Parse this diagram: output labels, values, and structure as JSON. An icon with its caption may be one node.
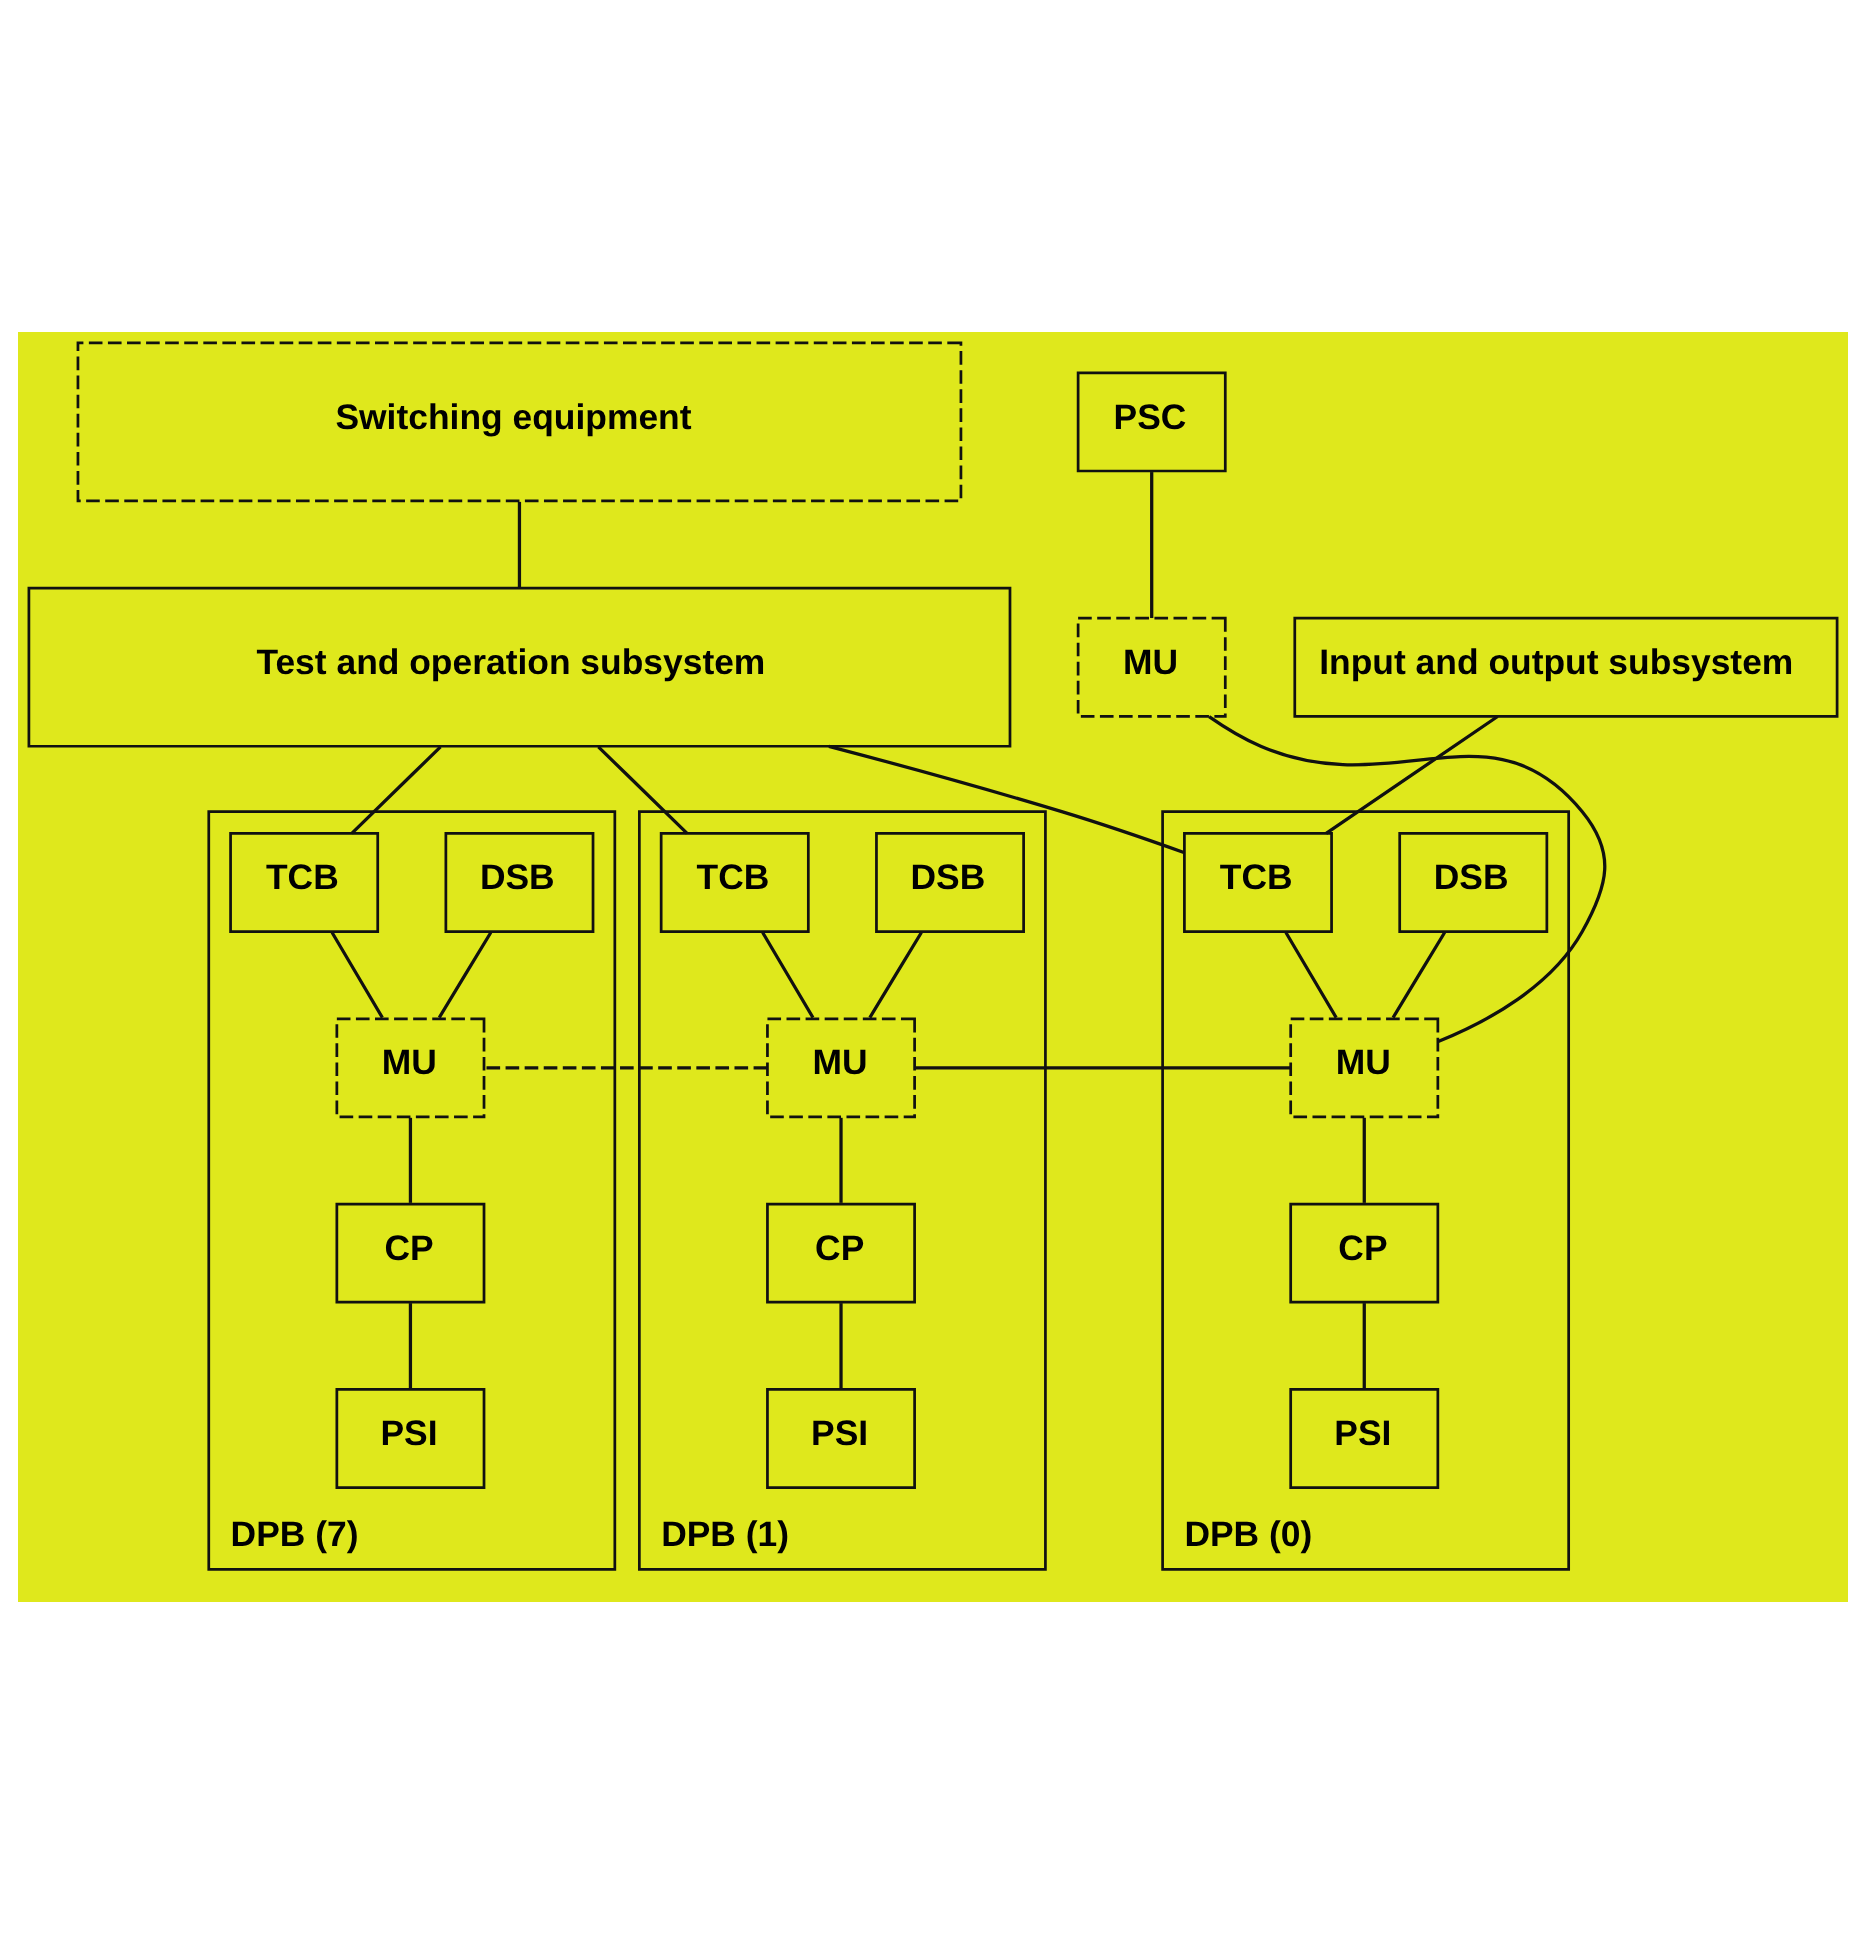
{
  "diagram": {
    "nodes": [
      {
        "text": [
          "Switching equipment"
        ]
      },
      {
        "text": [
          "Test and operation subsystem"
        ]
      },
      {
        "text": [
          "Input and output subsystem"
        ]
      },
      {
        "text": [
          "PSC"
        ]
      },
      {
        "text": [
          "MU"
        ]
      },
      {
        "text": [
          "DPB (0)"
        ]
      },
      {
        "text": [
          "DSB"
        ],
        "in": 5
      },
      {
        "text": [
          "TCB"
        ],
        "in": 5
      },
      {
        "text": [
          "MU"
        ],
        "in": 5
      },
      {
        "text": [
          "CP"
        ],
        "in": 5
      },
      {
        "text": [
          "PSI"
        ],
        "in": 5
      },
      {
        "text": [
          "DPB (1)"
        ]
      },
      {
        "text": [
          "DSB"
        ],
        "in": 11
      },
      {
        "text": [
          "TCB"
        ],
        "in": 11
      },
      {
        "text": [
          "MU"
        ],
        "in": 11
      },
      {
        "text": [
          "CP"
        ],
        "in": 11
      },
      {
        "text": [
          "PSI"
        ],
        "in": 11
      },
      {
        "text": [
          "DPB (7)"
        ]
      },
      {
        "text": [
          "DSB"
        ],
        "in": 17
      },
      {
        "text": [
          "TCB"
        ],
        "in": 17
      },
      {
        "text": [
          "MU"
        ],
        "in": 17
      },
      {
        "text": [
          "CP"
        ],
        "in": 17
      },
      {
        "text": [
          "PSI"
        ],
        "in": 17
      }
    ],
    "edges": [
      {
        "from": 0,
        "to": 1,
        "arrow": "none"
      },
      {
        "from": 2,
        "to": 7,
        "arrow": "none"
      },
      {
        "from": 1,
        "to": 7,
        "arrow": "none"
      },
      {
        "from": 1,
        "to": 13,
        "arrow": "none"
      },
      {
        "from": 1,
        "to": 19,
        "arrow": "none"
      },
      {
        "from": 3,
        "to": 4,
        "arrow": "none"
      },
      {
        "from": 6,
        "to": 8,
        "arrow": "none"
      },
      {
        "from": 7,
        "to": 8,
        "arrow": "none"
      },
      {
        "from": 8,
        "to": 9,
        "arrow": "none"
      },
      {
        "from": 9,
        "to": 10,
        "arrow": "none"
      },
      {
        "from": 12,
        "to": 14,
        "arrow": "none"
      },
      {
        "from": 13,
        "to": 14,
        "arrow": "none"
      },
      {
        "from": 14,
        "to": 15,
        "arrow": "none"
      },
      {
        "from": 15,
        "to": 16,
        "arrow": "none"
      },
      {
        "from": 18,
        "to": 20,
        "arrow": "none"
      },
      {
        "from": 19,
        "to": 20,
        "arrow": "none"
      },
      {
        "from": 20,
        "to": 21,
        "arrow": "none"
      },
      {
        "from": 21,
        "to": 22,
        "arrow": "none"
      },
      {
        "from": 4,
        "to": 8,
        "arrow": "none"
      },
      {
        "from": 8,
        "to": 14,
        "arrow": "none"
      },
      {
        "from": 14,
        "to": 20,
        "arrow": "none",
        "style": "dashed"
      }
    ]
  }
}
